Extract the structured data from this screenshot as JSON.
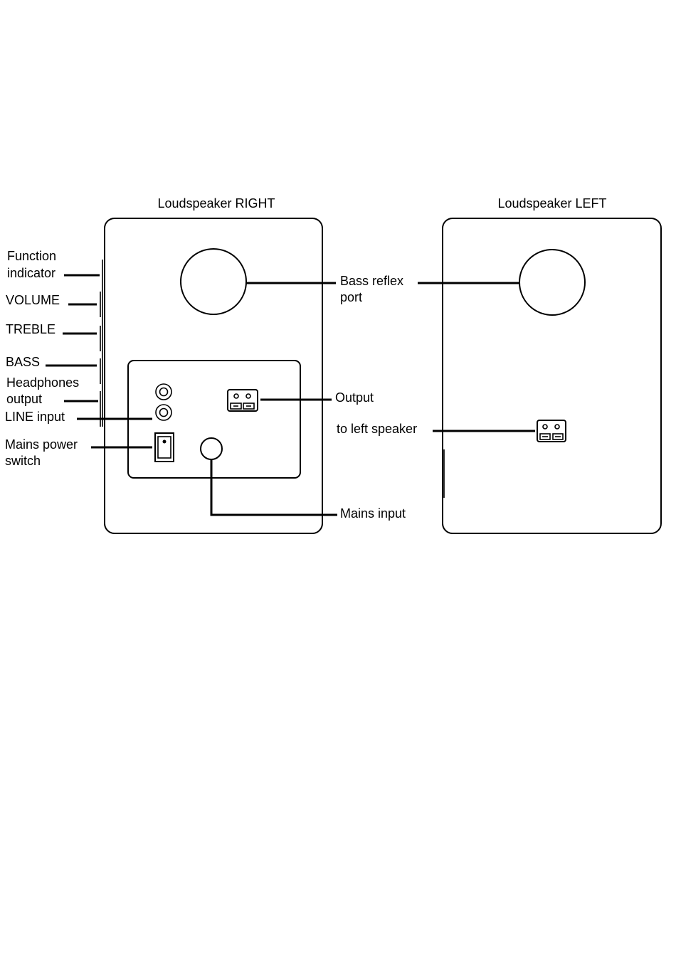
{
  "titles": {
    "right": "Loudspeaker RIGHT",
    "left": "Loudspeaker LEFT"
  },
  "labels": {
    "function_indicator": [
      "Function",
      "indicator"
    ],
    "volume": "VOLUME",
    "treble": "TREBLE",
    "bass": "BASS",
    "headphones_output": [
      "Headphones",
      "output"
    ],
    "line_input": "LINE input",
    "mains_power_switch": [
      "Mains power",
      "switch"
    ],
    "bass_reflex_port": [
      "Bass reflex",
      "port"
    ],
    "output": "Output",
    "to_left_speaker": "to left speaker",
    "mains_input": "Mains input"
  }
}
